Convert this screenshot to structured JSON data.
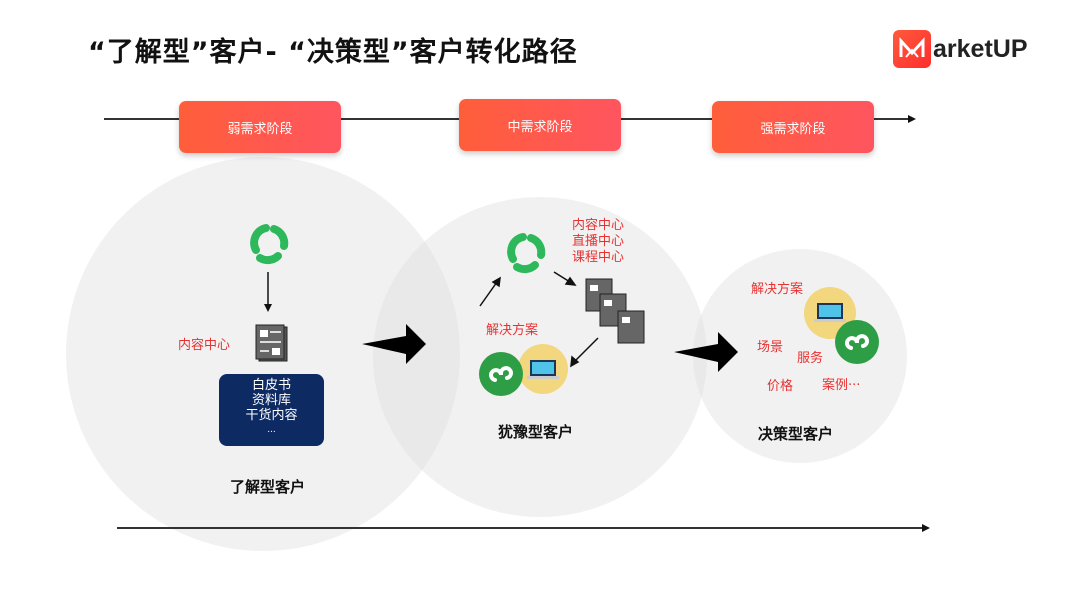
{
  "title": "“了解型”客户- “决策型”客户转化路径",
  "logo": {
    "text": "arketUP",
    "brand_color": "#ff3b30"
  },
  "stages": [
    {
      "label": "弱需求阶段"
    },
    {
      "label": "中需求阶段"
    },
    {
      "label": "强需求阶段"
    }
  ],
  "understand": {
    "channel_icon": "wechat-channel-icon",
    "content_label": "内容中心",
    "content_items": [
      "白皮书",
      "资料库",
      "干货内容",
      "..."
    ],
    "customer_label": "了解型客户"
  },
  "hesitant": {
    "content_labels": [
      "内容中心",
      "直播中心",
      "课程中心"
    ],
    "solution_label": "解决方案",
    "customer_label": "犹豫型客户"
  },
  "decision": {
    "solution_label": "解决方案",
    "tags": [
      "场景",
      "服务",
      "价格",
      "案例···"
    ],
    "customer_label": "决策型客户"
  },
  "colors": {
    "stage": "#ff5a4a",
    "accent_text": "#e83232",
    "navy": "#0d2a63",
    "green": "#2eb85c",
    "yellow": "#f2d77e"
  }
}
